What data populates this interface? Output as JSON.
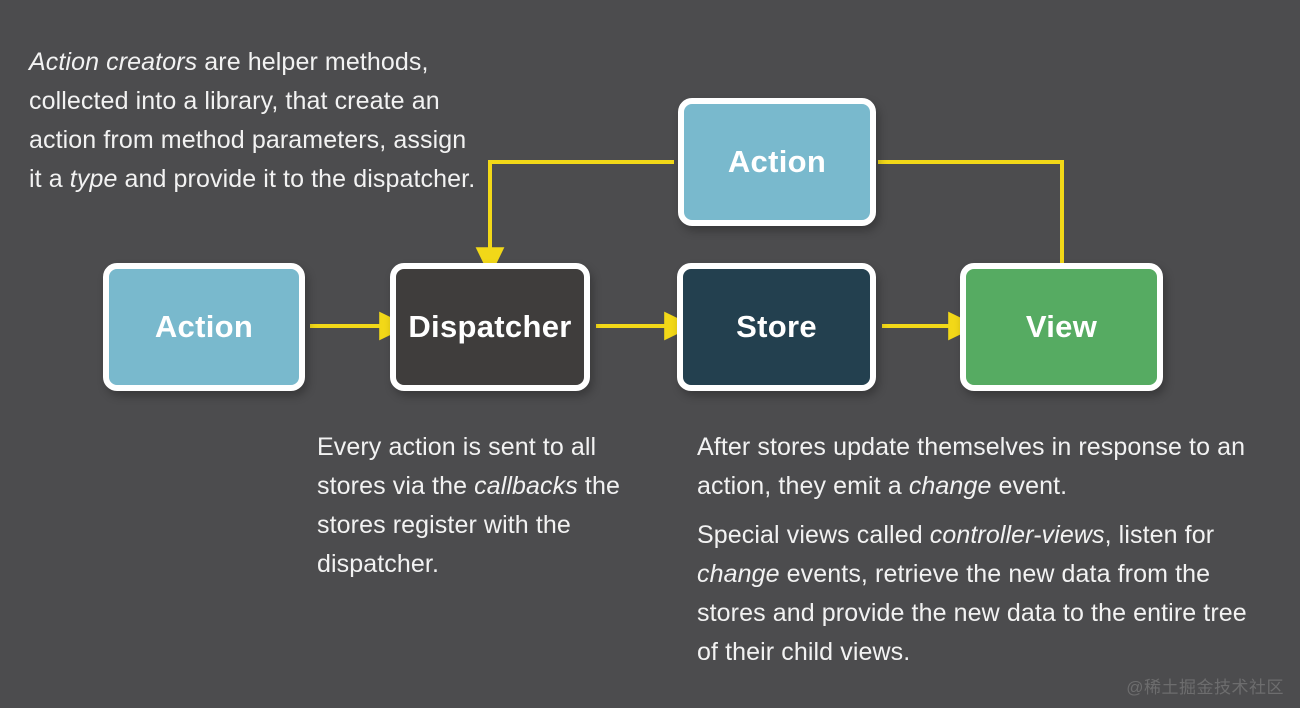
{
  "meta": {
    "background_color": "#4c4c4e",
    "arrow_color": "#f2d818",
    "text_color": "#f2f2f2",
    "node_border_color": "#ffffff"
  },
  "nodes": {
    "action_left": {
      "label": "Action",
      "fill": "#79b9cd"
    },
    "action_top": {
      "label": "Action",
      "fill": "#79b9cd"
    },
    "dispatcher": {
      "label": "Dispatcher",
      "fill": "#3f3d3c"
    },
    "store": {
      "label": "Store",
      "fill": "#23404f"
    },
    "view": {
      "label": "View",
      "fill": "#56ab62"
    }
  },
  "notes": {
    "action_creators": {
      "lead_italic": "Action creators",
      "body_before_type": " are helper methods, collected into a library, that create an action from method parameters, assign it a ",
      "italic_type": "type",
      "body_after_type": " and provide it to the dispatcher."
    },
    "dispatcher": {
      "part1": "Every action is sent to all stores via the ",
      "italic": "callbacks",
      "part2": " the stores register with the dispatcher."
    },
    "store_view": {
      "paragraph1_part1": "After stores update themselves in response to an action, they emit a ",
      "paragraph1_italic": "change",
      "paragraph1_part2": " event.",
      "paragraph2_part1": "Special views called ",
      "paragraph2_italic1": "controller-views",
      "paragraph2_part2": ", listen for ",
      "paragraph2_italic2": "change",
      "paragraph2_part3": " events, retrieve the new data from the stores and provide the new data to the entire tree of their child views."
    }
  },
  "watermark": {
    "text": "@稀土掘金技术社区"
  }
}
